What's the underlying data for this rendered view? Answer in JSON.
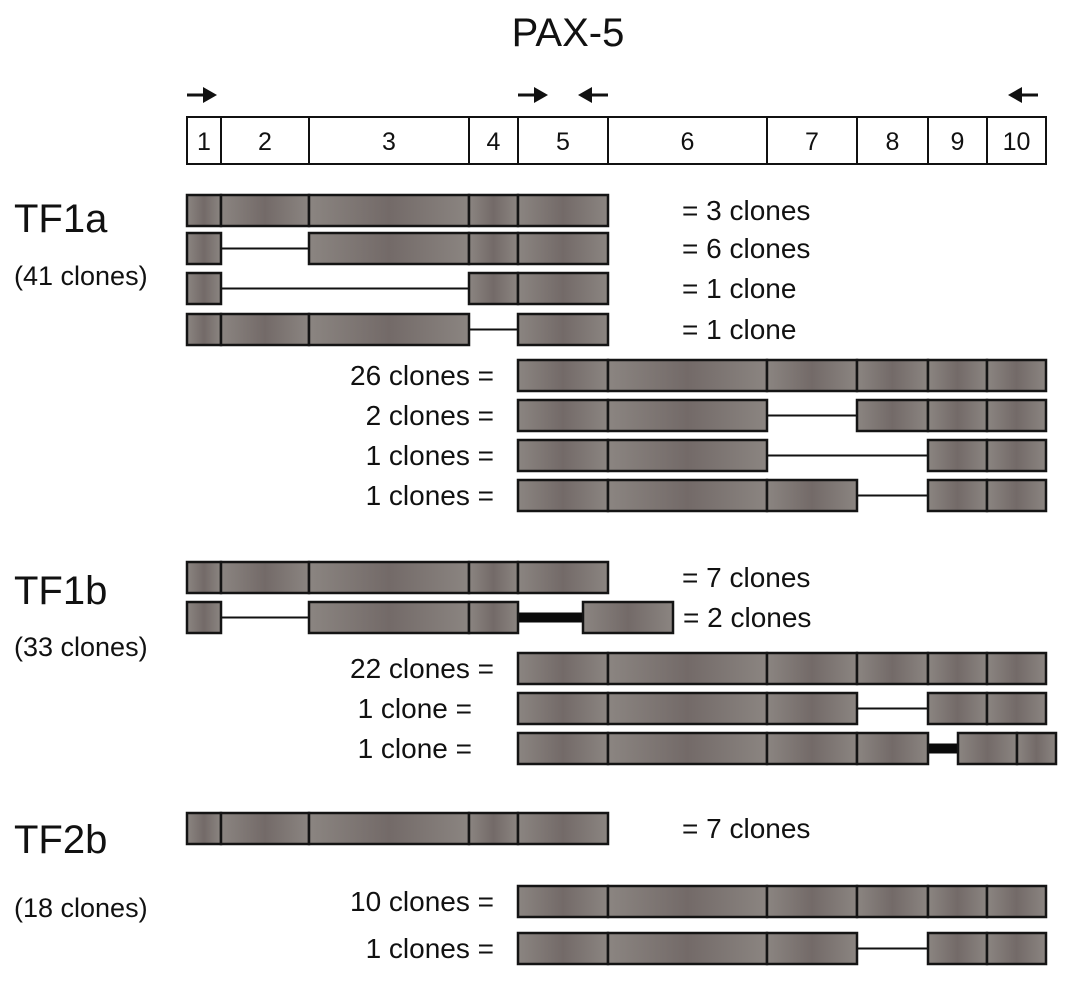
{
  "title": "PAX-5",
  "exons": [
    "1",
    "2",
    "3",
    "4",
    "5",
    "6",
    "7",
    "8",
    "9",
    "10"
  ],
  "primers": [
    {
      "name": "forward-primer-exon1",
      "direction": "right",
      "exon": "1"
    },
    {
      "name": "forward-primer-exon5",
      "direction": "right",
      "exon": "5"
    },
    {
      "name": "reverse-primer-exon6",
      "direction": "left",
      "exon": "6"
    },
    {
      "name": "reverse-primer-exon10",
      "direction": "left",
      "exon": "10"
    }
  ],
  "colors": {
    "exon_fill_light": "#8b8581",
    "exon_fill_dark": "#736a68",
    "exon_border": "#141414",
    "intron_line": "#111111",
    "insertion_bar": "#0a0a0a"
  },
  "groups": [
    {
      "name": "TF1a",
      "total": "(41 clones)",
      "rows": [
        {
          "label": "= 3 clones",
          "label_side": "right",
          "segments": [
            {
              "exons": [
                "1",
                "2",
                "3",
                "4",
                "5"
              ]
            }
          ]
        },
        {
          "label": "= 6 clones",
          "label_side": "right",
          "segments": [
            {
              "exons": [
                "1"
              ]
            },
            {
              "gap": "thin"
            },
            {
              "exons": [
                "3",
                "4",
                "5"
              ]
            }
          ]
        },
        {
          "label": "= 1 clone",
          "label_side": "right",
          "segments": [
            {
              "exons": [
                "1"
              ]
            },
            {
              "gap": "thin"
            },
            {
              "exons": [
                "4",
                "5"
              ]
            }
          ]
        },
        {
          "label": "= 1 clone",
          "label_side": "right",
          "segments": [
            {
              "exons": [
                "1",
                "2",
                "3"
              ]
            },
            {
              "gap": "thin"
            },
            {
              "exons": [
                "5"
              ]
            }
          ]
        },
        {
          "label": "26 clones =",
          "label_side": "left",
          "segments": [
            {
              "exons": [
                "5",
                "6",
                "7",
                "8",
                "9",
                "10"
              ]
            }
          ]
        },
        {
          "label": "2 clones =",
          "label_side": "left",
          "segments": [
            {
              "exons": [
                "5",
                "6"
              ]
            },
            {
              "gap": "thin"
            },
            {
              "exons": [
                "8",
                "9",
                "10"
              ]
            }
          ]
        },
        {
          "label": "1 clones =",
          "label_side": "left",
          "segments": [
            {
              "exons": [
                "5",
                "6"
              ]
            },
            {
              "gap": "thin"
            },
            {
              "exons": [
                "9",
                "10"
              ]
            }
          ]
        },
        {
          "label": "1 clones =",
          "label_side": "left",
          "segments": [
            {
              "exons": [
                "5",
                "6",
                "7"
              ]
            },
            {
              "gap": "thin"
            },
            {
              "exons": [
                "9",
                "10"
              ]
            }
          ]
        }
      ]
    },
    {
      "name": "TF1b",
      "total": "(33 clones)",
      "rows": [
        {
          "label": "= 7 clones",
          "label_side": "right",
          "segments": [
            {
              "exons": [
                "1",
                "2",
                "3",
                "4",
                "5"
              ]
            }
          ]
        },
        {
          "label": "= 2 clones",
          "label_side": "right",
          "segments": [
            {
              "exons": [
                "1"
              ]
            },
            {
              "gap": "thin"
            },
            {
              "exons": [
                "3",
                "4"
              ]
            },
            {
              "gap": "insertion"
            },
            {
              "exons": [
                "5"
              ],
              "shifted": true
            }
          ]
        },
        {
          "label": "22 clones =",
          "label_side": "left",
          "segments": [
            {
              "exons": [
                "5",
                "6",
                "7",
                "8",
                "9",
                "10"
              ]
            }
          ]
        },
        {
          "label": "1 clone =",
          "label_side": "left",
          "segments": [
            {
              "exons": [
                "5",
                "6",
                "7"
              ]
            },
            {
              "gap": "thin"
            },
            {
              "exons": [
                "9",
                "10"
              ]
            }
          ]
        },
        {
          "label": "1 clone =",
          "label_side": "left",
          "segments": [
            {
              "exons": [
                "5",
                "6",
                "7",
                "8"
              ]
            },
            {
              "gap": "insertion"
            },
            {
              "exons": [
                "9",
                "10"
              ],
              "shifted": true
            }
          ]
        }
      ]
    },
    {
      "name": "TF2b",
      "total": "(18 clones)",
      "rows": [
        {
          "label": "= 7 clones",
          "label_side": "right",
          "segments": [
            {
              "exons": [
                "1",
                "2",
                "3",
                "4",
                "5"
              ]
            }
          ]
        },
        {
          "label": "10 clones =",
          "label_side": "left",
          "segments": [
            {
              "exons": [
                "5",
                "6",
                "7",
                "8",
                "9",
                "10"
              ]
            }
          ]
        },
        {
          "label": "1 clones =",
          "label_side": "left",
          "segments": [
            {
              "exons": [
                "5",
                "6",
                "7"
              ]
            },
            {
              "gap": "thin"
            },
            {
              "exons": [
                "9",
                "10"
              ]
            }
          ]
        }
      ]
    }
  ]
}
